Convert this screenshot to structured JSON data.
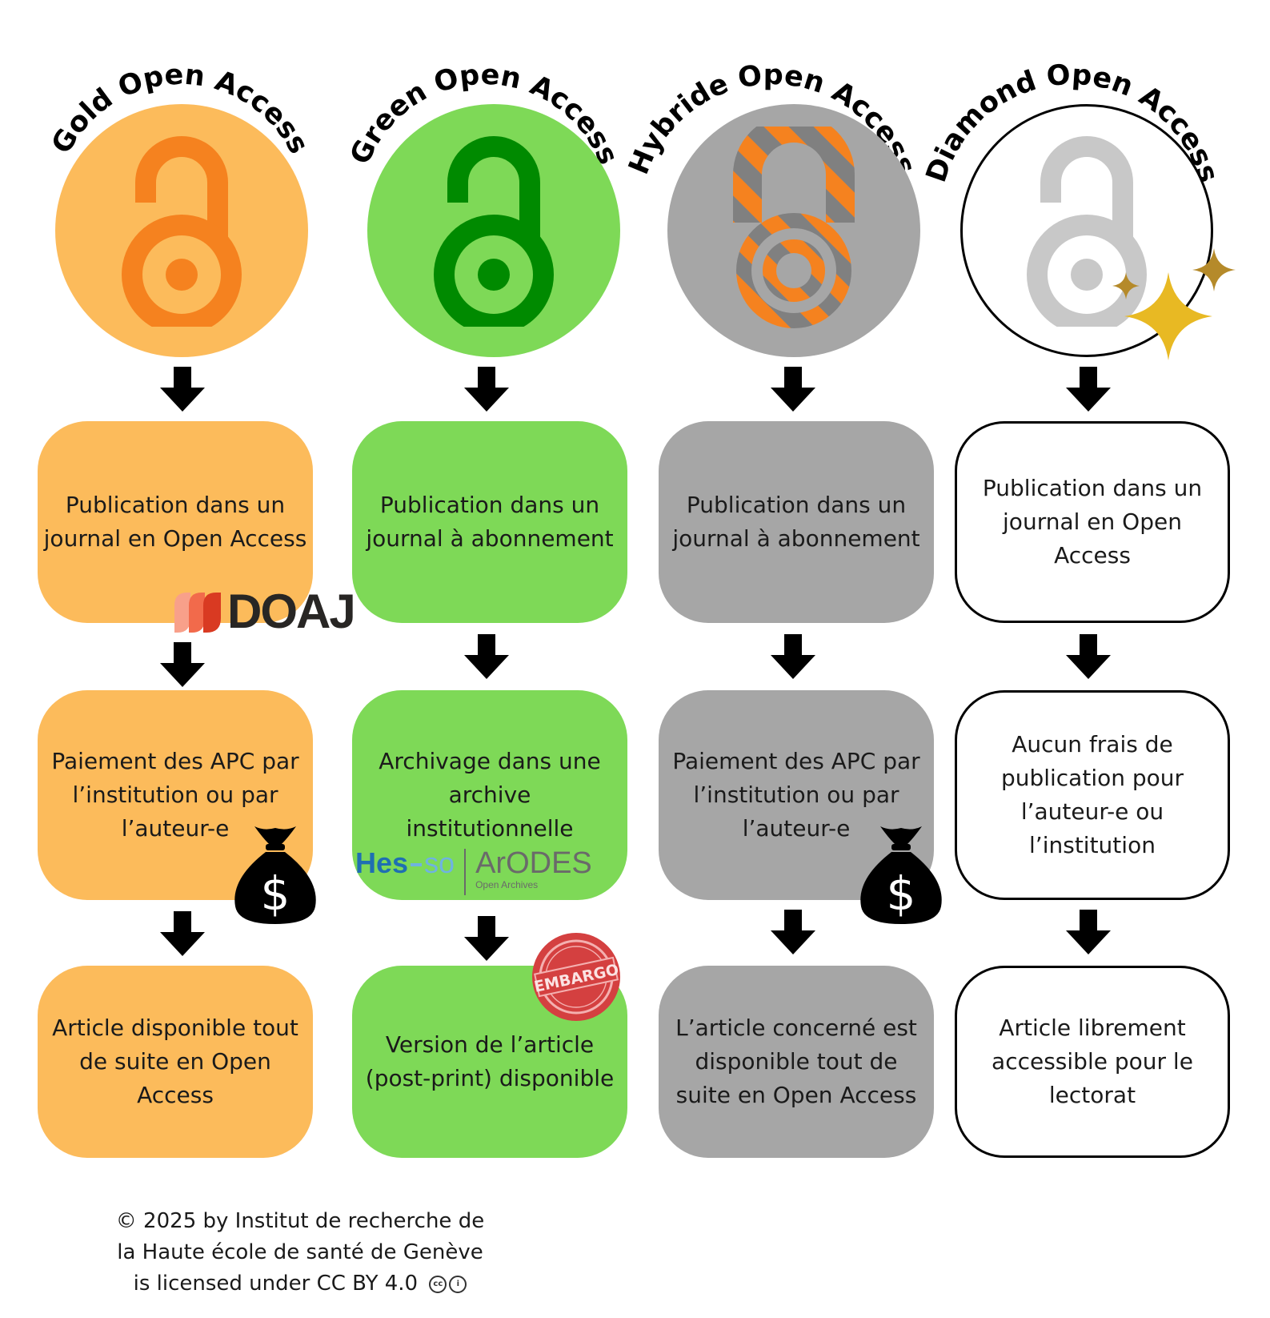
{
  "columns": [
    {
      "id": "gold",
      "title": "Gold Open Access",
      "steps": [
        "Publication dans un journal en Open Access",
        "Paiement des APC par l’institution ou par l’auteur-e",
        "Article disponible tout de suite en Open Access"
      ]
    },
    {
      "id": "green",
      "title": "Green Open Access",
      "steps": [
        "Publication dans un journal à abonnement",
        "Archivage dans une archive institutionnelle",
        "Version de l’article (post-print) disponible"
      ]
    },
    {
      "id": "hybrid",
      "title": "Hybride Open Access",
      "steps": [
        "Publication dans un journal à abonnement",
        "Paiement des APC par l’institution ou par l’auteur-e",
        "L’article concerné est disponible tout de suite en Open Access"
      ]
    },
    {
      "id": "diamond",
      "title": "Diamond Open Access",
      "steps": [
        "Publication dans un journal en Open Access",
        "Aucun frais de publication pour l’auteur-e ou l’institution",
        "Article librement accessible pour le lectorat"
      ]
    }
  ],
  "logos": {
    "doaj": "DOAJ",
    "hesso_left": "Hes",
    "hesso_right": "so",
    "arodes": "ArODES",
    "arodes_sub": "Open Archives",
    "embargo": "EMBARGO",
    "dollar": "$"
  },
  "license": {
    "line1": "© 2025 by Institut de recherche de",
    "line2": "la Haute école de santé de Genève",
    "line3": "is licensed under CC BY 4.0",
    "cc": "cc",
    "by": "i"
  },
  "colors": {
    "gold_fill": "#fcbb5b",
    "gold_lock": "#f5821f",
    "green_fill": "#7ed957",
    "green_lock": "#008a00",
    "grey_fill": "#a6a6a6",
    "grey_lock": "#808080",
    "diamond_lock": "#c8c8c8",
    "sparkle_gold": "#e8b923",
    "sparkle_dark": "#b58a2a"
  }
}
